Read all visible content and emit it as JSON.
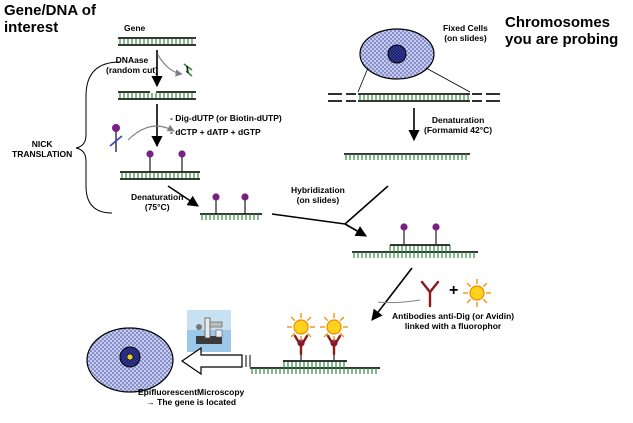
{
  "headings": {
    "gene_of_interest": [
      "Gene/DNA of",
      "interest"
    ],
    "chromosomes_probing": [
      "Chromosomes",
      "you are probing"
    ]
  },
  "labels": {
    "gene": "Gene",
    "dnase": [
      "DNAase",
      "(random cut)"
    ],
    "dig_dutp": "- Dig-dUTP (or Biotin-dUTP)",
    "dntps": "- dCTP + dATP + dGTP",
    "nick_translation": [
      "NICK",
      "TRANSLATION"
    ],
    "denaturation_probe": [
      "Denaturation",
      "(75°C)"
    ],
    "fixed_cells": [
      "Fixed Cells",
      "(on slides)"
    ],
    "denaturation_chrom": [
      "Denaturation",
      "(Formamid 42°C)"
    ],
    "hybridization": [
      "Hybridization",
      "(on slides)"
    ],
    "plus": "+",
    "antibodies": [
      "Antibodies anti-Dig (or Avidin)",
      "linked with a fluorophor"
    ],
    "microscopy": [
      "EpifluorescentMicroscopy",
      "→ The gene is located"
    ]
  },
  "colors": {
    "dna_strand": "#1a1a1a",
    "dna_rungs": "#2e8b3d",
    "probe_label": "#7a1f86",
    "antibody": "#8b1a1a",
    "fluorophore_fill": "#ffd21e",
    "fluorophore_rays": "#f08c00",
    "cell_fill": "#b8bde6",
    "nucleus_fill": "#2a2f8a",
    "locus_fill": "#e8d020"
  }
}
